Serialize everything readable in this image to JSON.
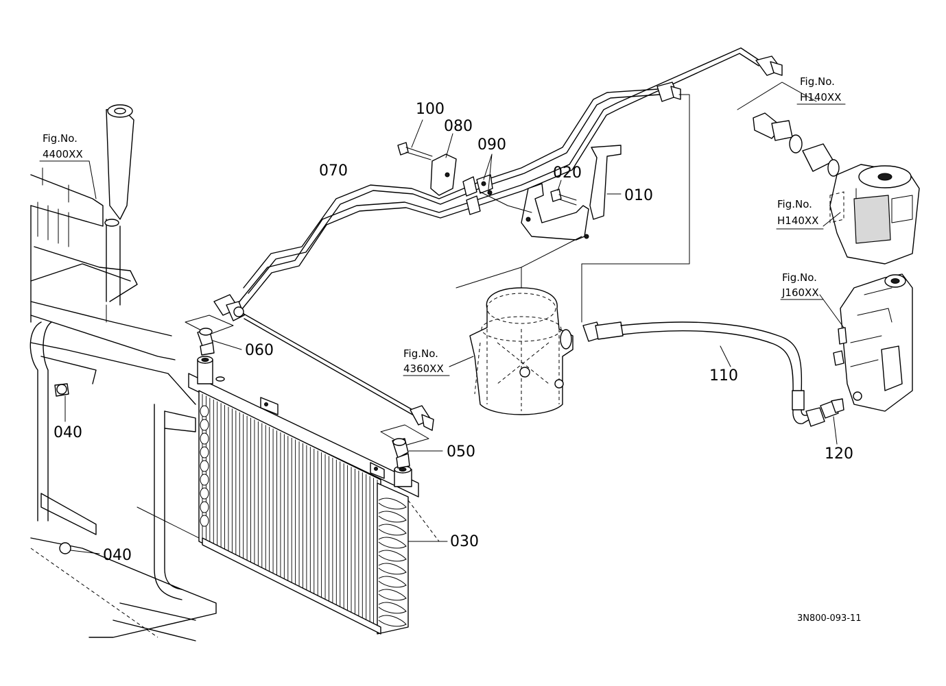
{
  "parts": {
    "p010": "010",
    "p020": "020",
    "p030": "030",
    "p040a": "040",
    "p040b": "040",
    "p050": "050",
    "p060": "060",
    "p070": "070",
    "p080": "080",
    "p090": "090",
    "p100": "100",
    "p110": "110",
    "p120": "120"
  },
  "figure_refs": {
    "fig_4400": {
      "line1": "Fig.No.",
      "line2": "4400XX"
    },
    "fig_h140_top": {
      "line1": "Fig.No.",
      "line2": "H140XX"
    },
    "fig_h140_mid": {
      "line1": "Fig.No.",
      "line2": "H140XX"
    },
    "fig_j160": {
      "line1": "Fig.No.",
      "line2": "J160XX"
    },
    "fig_4360": {
      "line1": "Fig.No.",
      "line2": "4360XX"
    }
  },
  "drawing_code": "3N800-093-11"
}
